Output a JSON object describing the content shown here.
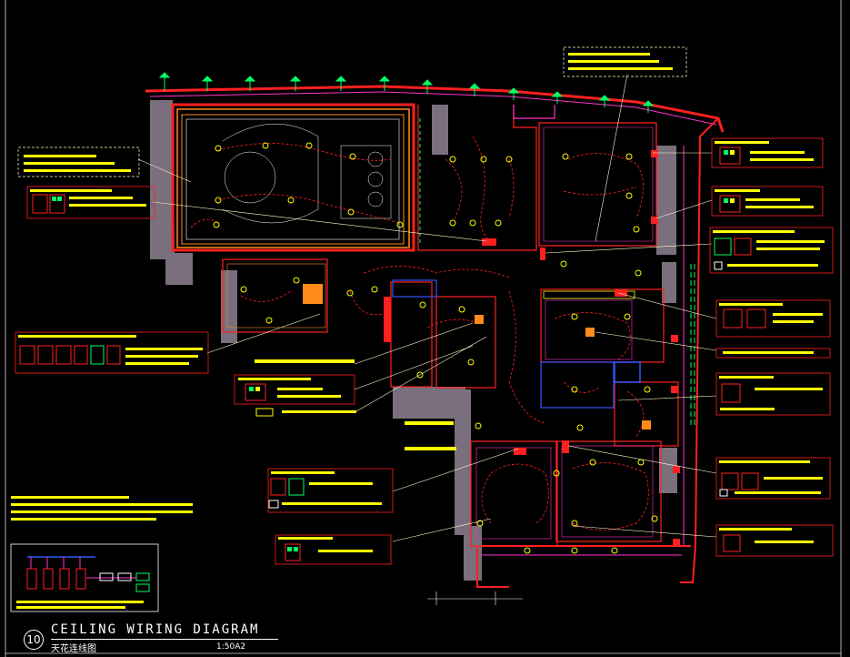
{
  "drawing": {
    "number": "10",
    "title_en": "CEILING WIRING DIAGRAM",
    "title_cn": "天花连线图",
    "scale": "1:50A2"
  },
  "colors": {
    "background": "#000000",
    "wall_fill": "#7a6f7d",
    "wiring": "#ff2020",
    "magenta": "#ff33cc",
    "orange": "#ff8c1a",
    "yellow": "#ffff00",
    "green": "#00ff66",
    "blue": "#3355ff",
    "cyan": "#00ffff",
    "white": "#ffffff"
  },
  "legend_icons": [
    "switch-panel-icon",
    "light-fixture-icon",
    "breaker-icon"
  ]
}
